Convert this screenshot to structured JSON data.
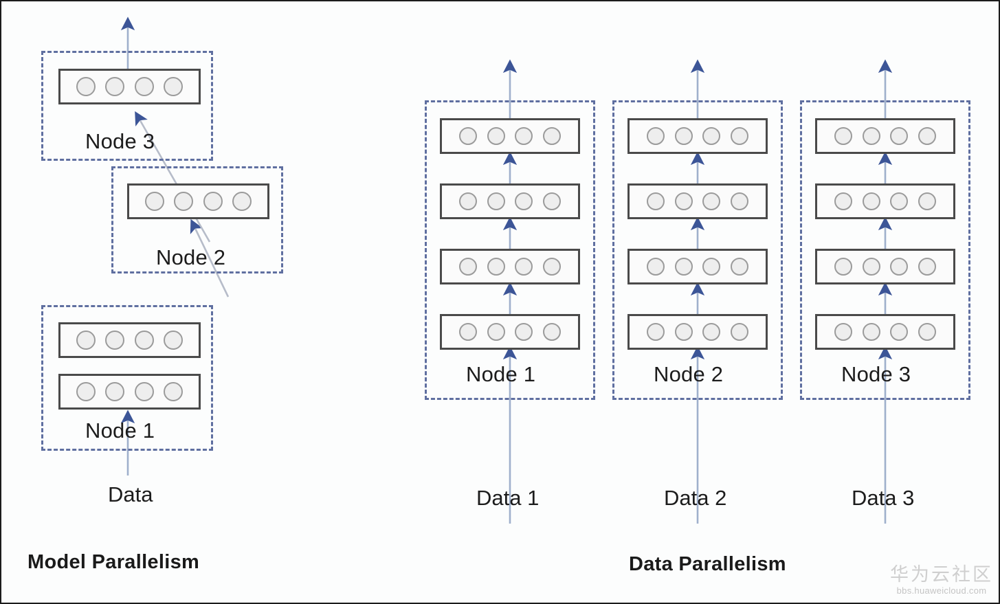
{
  "diagram": {
    "title_left": "Model Parallelism",
    "title_right": "Data Parallelism",
    "background_color": "#fcfdfd",
    "node_border_color": "#5f6fa0",
    "layer_border_color": "#4a4a4a",
    "neuron_fill_color": "#eeeeee",
    "neuron_border_color": "#9b9b9b",
    "arrow_color": "#3c5597",
    "arrow_shaft_color": "#9fb0cc"
  },
  "model_parallelism": {
    "section_label": "Model Parallelism",
    "input_label": "Data",
    "nodes": [
      {
        "label": "Node 1",
        "layer_count": 2,
        "neurons_per_layer": 4
      },
      {
        "label": "Node 2",
        "layer_count": 1,
        "neurons_per_layer": 4
      },
      {
        "label": "Node 3",
        "layer_count": 1,
        "neurons_per_layer": 4
      }
    ]
  },
  "data_parallelism": {
    "section_label": "Data Parallelism",
    "nodes": [
      {
        "label": "Node 1",
        "input_label": "Data 1",
        "layer_count": 4,
        "neurons_per_layer": 4
      },
      {
        "label": "Node 2",
        "input_label": "Data 2",
        "layer_count": 4,
        "neurons_per_layer": 4
      },
      {
        "label": "Node 3",
        "input_label": "Data 3",
        "layer_count": 4,
        "neurons_per_layer": 4
      }
    ]
  },
  "watermark": {
    "text_cn": "华为云社区",
    "url": "bbs.huaweicloud.com"
  }
}
